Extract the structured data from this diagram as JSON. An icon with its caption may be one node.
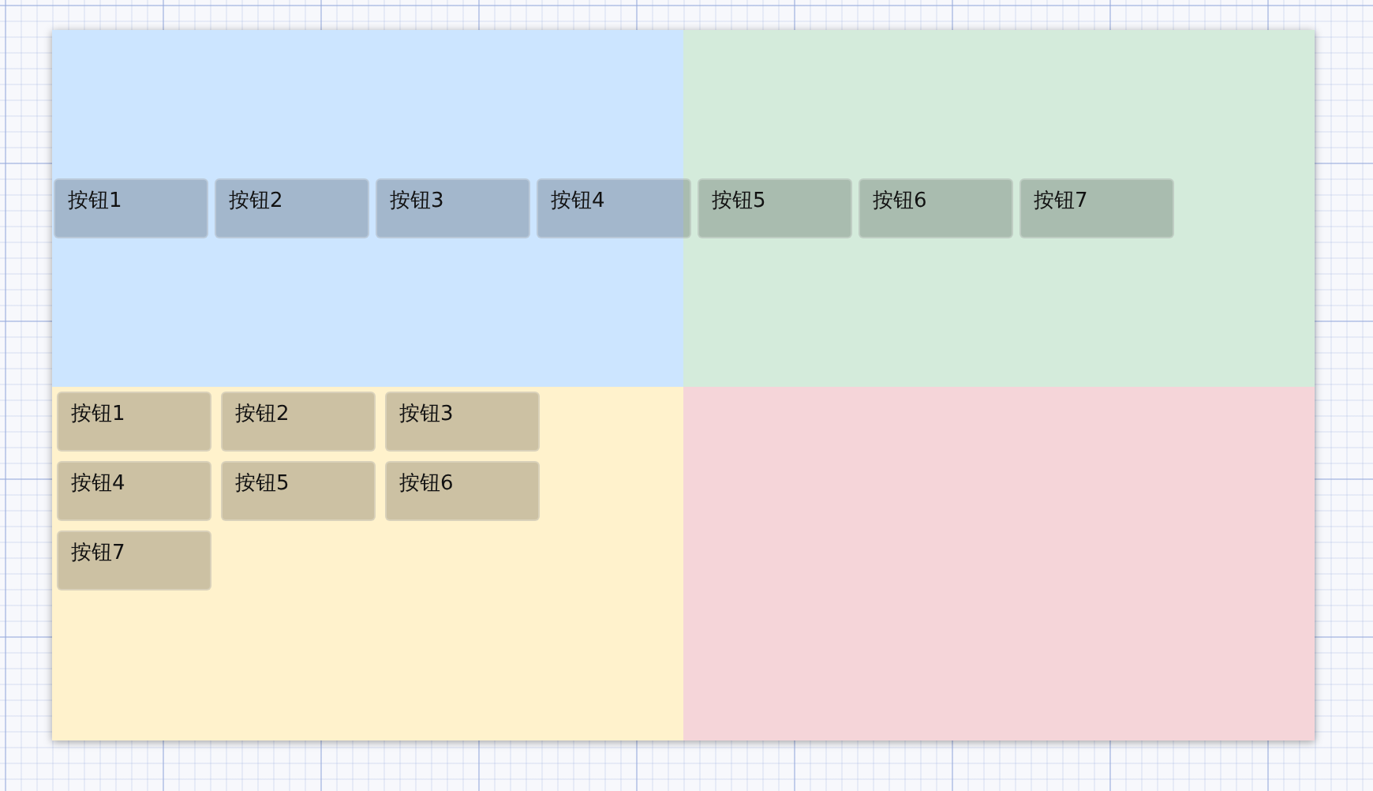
{
  "diagram": {
    "nodes": [
      {
        "text": [],
        "shape": "box"
      },
      {
        "text": [
          "按钮1"
        ],
        "in": 0
      },
      {
        "text": [
          "按钮2"
        ],
        "in": 0
      },
      {
        "text": [
          "按钮3"
        ],
        "in": 0
      },
      {
        "text": [
          "按钮4"
        ],
        "in": 0
      },
      {
        "text": [],
        "shape": "box"
      },
      {
        "text": [
          "按钮5"
        ],
        "in": 5
      },
      {
        "text": [
          "按钮6"
        ],
        "in": 5
      },
      {
        "text": [
          "按钮7"
        ],
        "in": 5
      },
      {
        "text": [],
        "shape": "box"
      },
      {
        "text": [
          "按钮1"
        ],
        "in": 9
      },
      {
        "text": [
          "按钮2"
        ],
        "in": 9
      },
      {
        "text": [
          "按钮3"
        ],
        "in": 9
      },
      {
        "text": [
          "按钮4"
        ],
        "in": 9
      },
      {
        "text": [
          "按钮5"
        ],
        "in": 9
      },
      {
        "text": [
          "按钮6"
        ],
        "in": 9
      },
      {
        "text": [
          "按钮7"
        ],
        "in": 9
      },
      {
        "text": [],
        "shape": "box"
      }
    ]
  }
}
